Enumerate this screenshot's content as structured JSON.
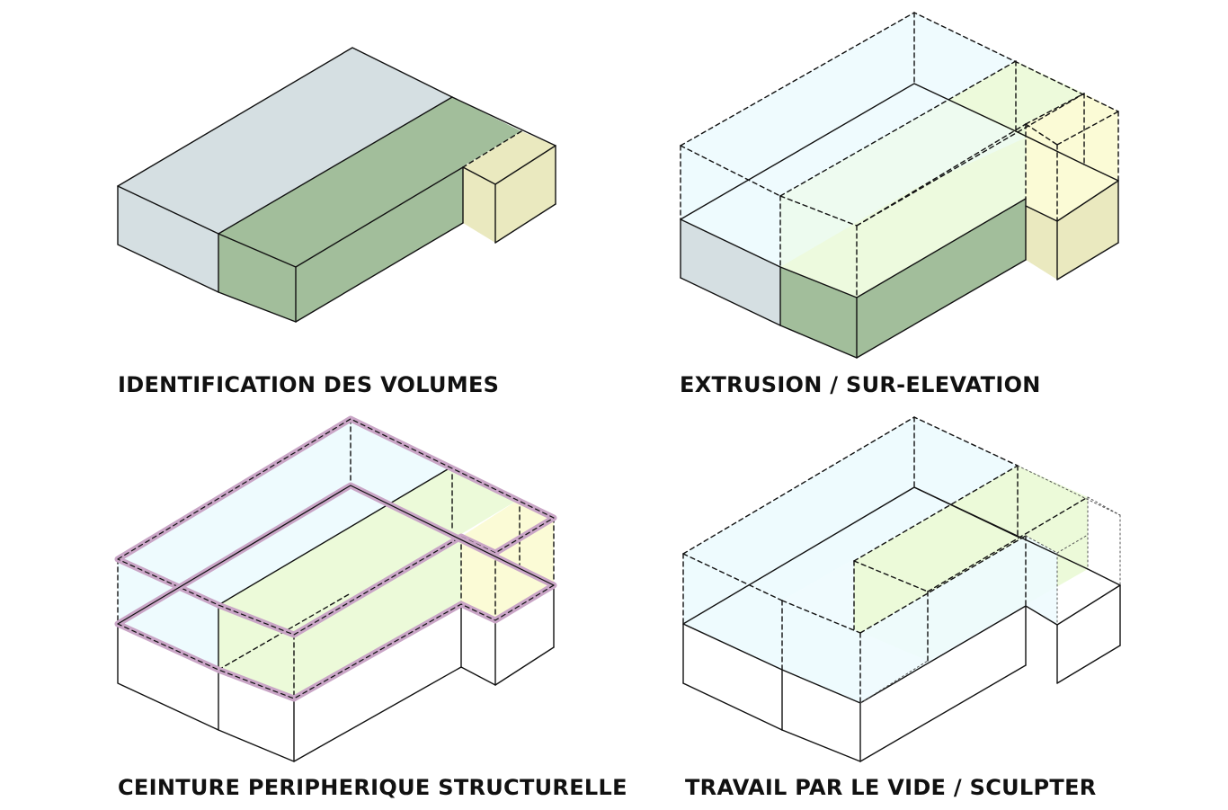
{
  "panels": [
    {
      "id": "identification",
      "caption": "IDENTIFICATION DES VOLUMES"
    },
    {
      "id": "extrusion",
      "caption": "EXTRUSION / SUR-ELEVATION"
    },
    {
      "id": "ceinture",
      "caption": "CEINTURE PERIPHERIQUE STRUCTURELLE"
    },
    {
      "id": "travail",
      "caption": "TRAVAIL PAR LE VIDE / SCULPTER"
    }
  ],
  "colors": {
    "grey_blue": "#d5dfe2",
    "green": "#a2be9b",
    "yellow": "#eae9bf",
    "light_blue": "#eefbfe",
    "light_green": "#ecfad9",
    "light_yellow": "#fbfbd6",
    "lilac": "#c9a5c6",
    "stroke": "#111111"
  }
}
